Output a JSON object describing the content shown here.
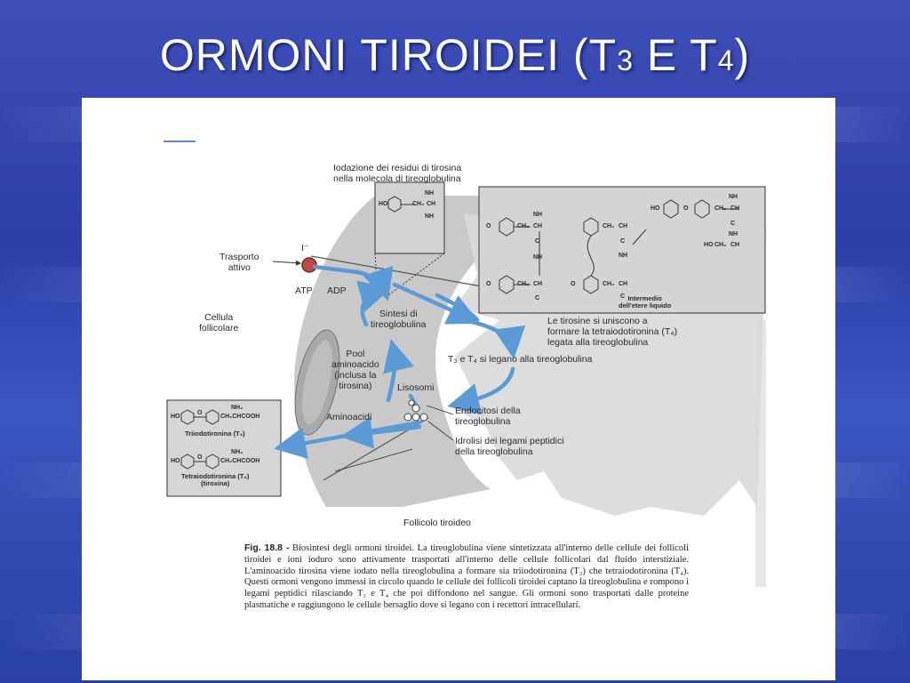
{
  "slide": {
    "title_main": "ORMONI TIROIDEI (T",
    "title_sub1": "3",
    "title_mid": " E T",
    "title_sub2": "4",
    "title_end": ")"
  },
  "figure": {
    "iodination_label": "Iodazione dei residui di tirosina\nnella molecola di tireoglobulina",
    "iodide": "I⁻",
    "active_transport": "Trasporto\nattivo",
    "atp": "ATP",
    "adp": "ADP",
    "follicular_cell": "Cellula\nfollicolare",
    "synthesis": "Sintesi di\ntireoglobulina",
    "pool": "Pool\naminoacido\n(inclusa la\ntirosina)",
    "lysosomes": "Lisosomi",
    "amino_acids": "Aminoacidi",
    "tyrosines_join": "Le tirosine si uniscono a\nformare la tetraiodotironina (T₄)\nlegata alla tireoglobulina",
    "t3_t4_bind": "T₃ e T₄ si legano alla tireoglobulina",
    "endocytosis": "Endocitosi della\ntireoglobulina",
    "hydrolysis": "Idrolisi dei legami peptidici\ndella tireoglobulina",
    "follicle": "Follicolo tiroideo",
    "intermediate": "Intermedio\ndell'etere liquido",
    "t3_name": "Triiodotironina (T₃)",
    "t4_name": "Tetraiodotironina (T₄)\n(tiroxina)",
    "chem_nh2": "NH₂",
    "chem_ch2chcooh": "CH₂CHCOOH",
    "chem_ho": "HO",
    "chem_o": "O",
    "chem_ch": "CH",
    "chem_ch2": "CH₂",
    "chem_c": "C",
    "chem_nh": "NH"
  },
  "caption": {
    "fig_label": "Fig. 18.8 -",
    "text": " Biosintesi degli ormoni tiroidei. La tireoglobulina viene sintetizzata all'interno delle cellule dei follicoli tiroidei e ioni ioduro sono attivamente trasportati all'interno delle cellule follicolari dal fluido interstiziale. L'aminoacido tirosina viene iodato nella tireoglobulina a formare sia triiodotironina (T₃) che tetraiodotironina (T₄). Questi ormoni vengono immessi in circolo quando le cellule dei follicoli tiroidei captano la tireoglobulina e rompono i legami peptidici rilasciando T₃ e T₄ che poi diffondono nel sangue. Gli ormoni sono trasportati dalle proteine plasmatiche e raggiungono le cellule bersaglio dove si legano con i recettori intracellulari."
  },
  "colors": {
    "arrow_blue": "#5a9ad6",
    "cell_gray": "#c9c9c9",
    "box_gray": "#d4d4d4"
  }
}
